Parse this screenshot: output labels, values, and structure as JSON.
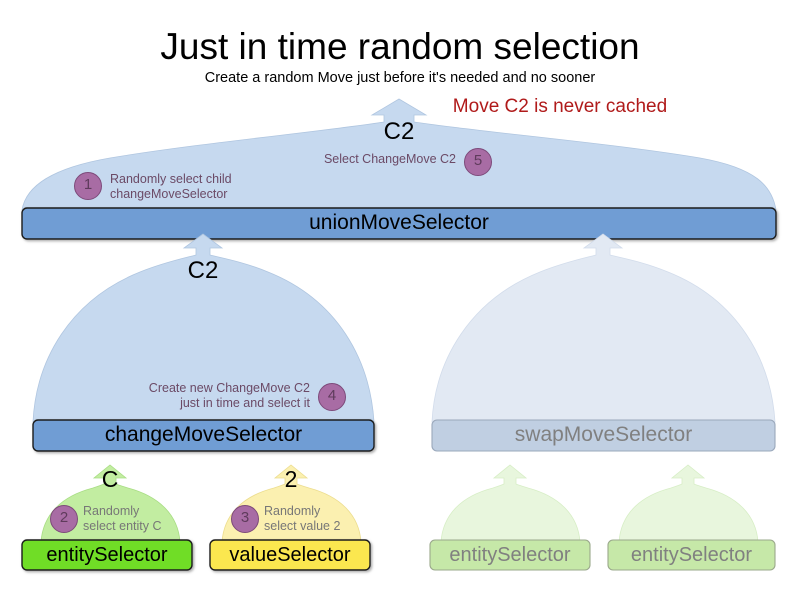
{
  "header": {
    "title": "Just in time random selection",
    "subtitle": "Create a random Move just before it's needed and no sooner",
    "note": "Move C2 is never cached",
    "note_color": "#b01a1a"
  },
  "colors": {
    "box_blue": "#6f9dd4",
    "box_blue_muted": "#c0cfe2",
    "arrow_blue": "#c6d9ef",
    "arrow_blue_muted": "#e2e9f3",
    "box_green": "#6fdd28",
    "arrow_green": "#c2eda1",
    "box_green_muted": "#c6e8a8",
    "arrow_green_muted": "#e8f6dd",
    "box_yellow": "#fbe74f",
    "arrow_yellow": "#fbf0b0",
    "badge_fill": "#a86ca4",
    "badge_border": "#7d4a7a",
    "annotation_text": "#6b4a66",
    "muted_text": "#808080"
  },
  "nodes": {
    "union": {
      "label": "unionMoveSelector",
      "muted": false
    },
    "change": {
      "label": "changeMoveSelector",
      "muted": false
    },
    "swap": {
      "label": "swapMoveSelector",
      "muted": true
    },
    "change_entity": {
      "label": "entitySelector",
      "muted": false
    },
    "change_value": {
      "label": "valueSelector",
      "muted": false
    },
    "swap_entity_left": {
      "label": "entitySelector",
      "muted": true
    },
    "swap_entity_right": {
      "label": "entitySelector",
      "muted": true
    }
  },
  "flow_tags": {
    "union_out": "C2",
    "change_out": "C2",
    "entity_out": "C",
    "value_out": "2"
  },
  "steps": [
    {
      "number": "1",
      "lines": [
        "Randomly select child",
        "changeMoveSelector"
      ],
      "align": "left"
    },
    {
      "number": "2",
      "lines": [
        "Randomly",
        "select entity C"
      ],
      "align": "left"
    },
    {
      "number": "3",
      "lines": [
        "Randomly",
        "select value 2"
      ],
      "align": "left"
    },
    {
      "number": "4",
      "lines": [
        "Create new ChangeMove C2",
        "just in time and select it"
      ],
      "align": "right"
    },
    {
      "number": "5",
      "lines": [
        "Select ChangeMove C2"
      ],
      "align": "right"
    }
  ]
}
